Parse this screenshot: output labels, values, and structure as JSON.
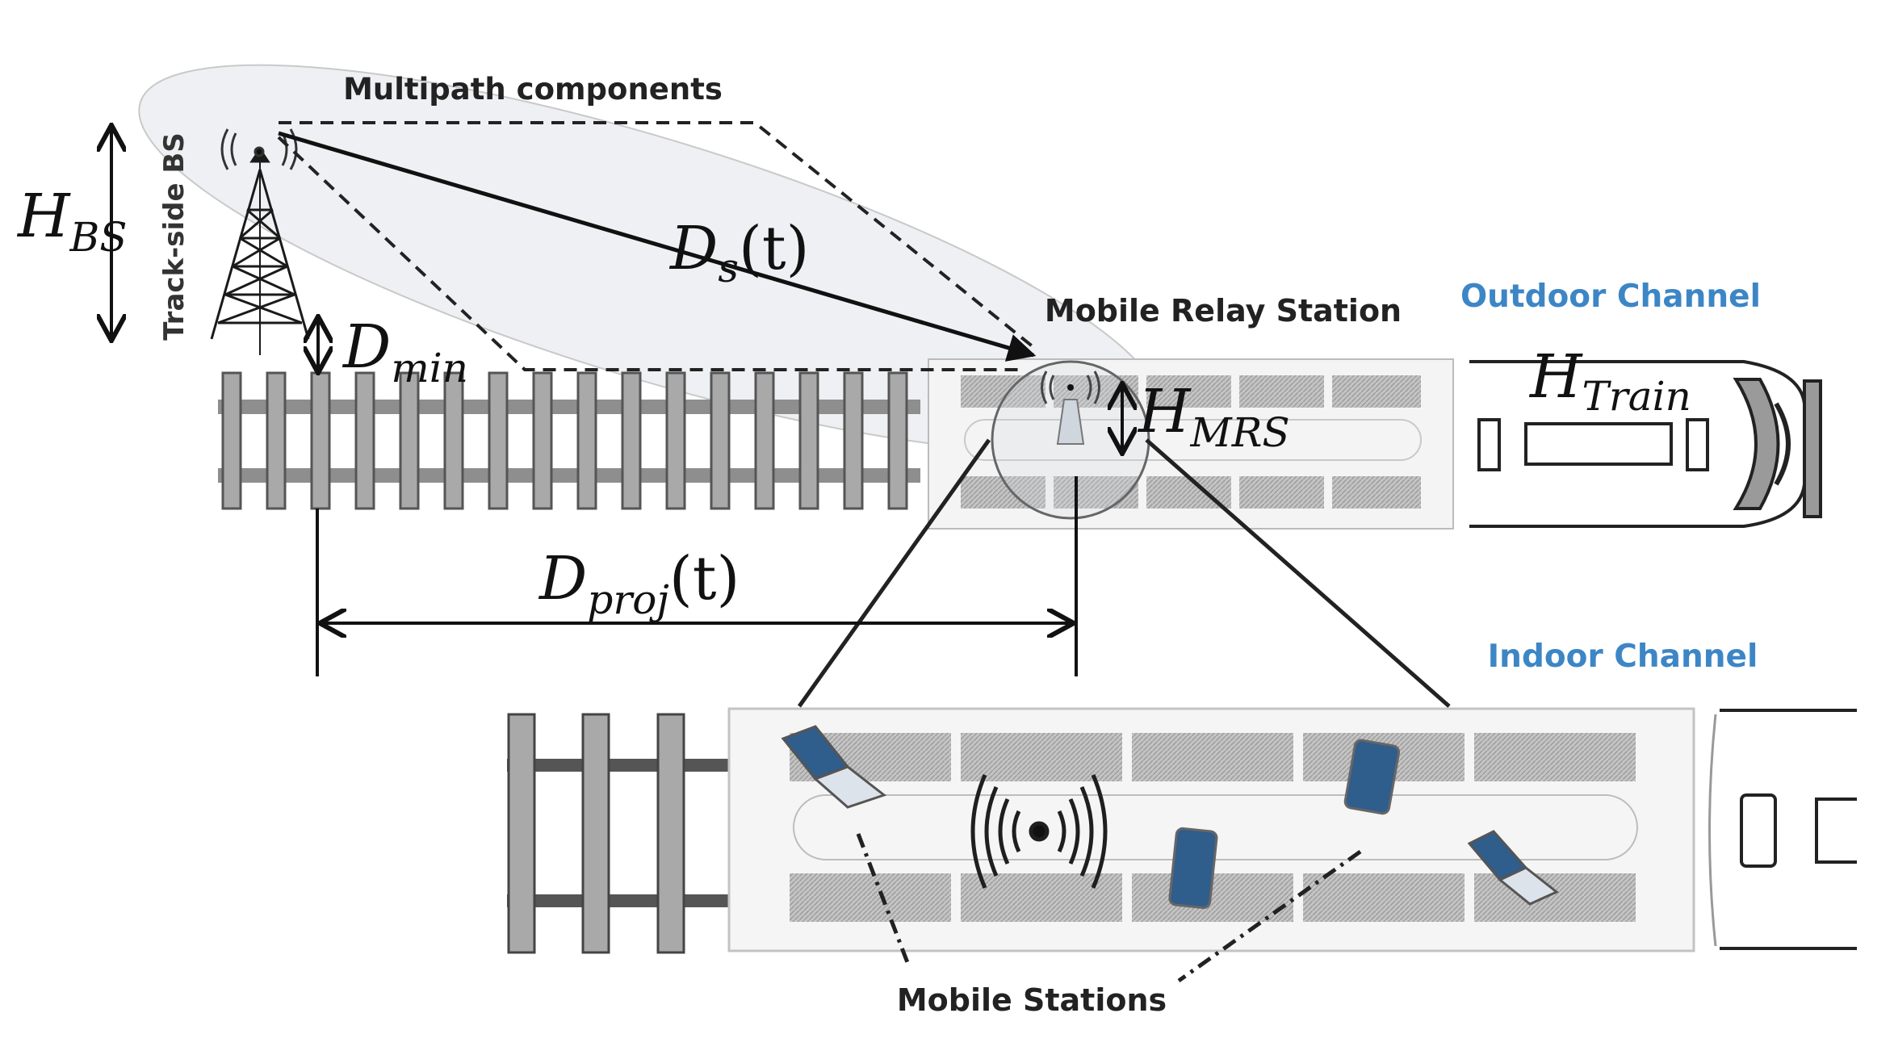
{
  "labels": {
    "multipath": "Multipath components",
    "track_side_bs": "Track-side BS",
    "mobile_relay_station": "Mobile Relay Station",
    "outdoor_channel": "Outdoor Channel",
    "indoor_channel": "Indoor Channel",
    "mobile_stations": "Mobile Stations"
  },
  "math": {
    "h_bs": {
      "main": "H",
      "sub": "BS"
    },
    "d_s": {
      "main": "D",
      "sub": "s",
      "tail": "(t)"
    },
    "d_min": {
      "main": "D",
      "sub": "min"
    },
    "h_mrs": {
      "main": "H",
      "sub": "MRS"
    },
    "h_train": {
      "main": "H",
      "sub": "Train"
    },
    "d_proj": {
      "main": "D",
      "sub": "proj",
      "tail": "(t)"
    }
  },
  "colors": {
    "accent_blue": "#3d86c6",
    "line": "#111111",
    "ellipse_fill": "#eef0f3",
    "gray_seat": "#b8b8b8",
    "rail_gray": "#9a9a9a",
    "device_blue": "#2f5d8c"
  },
  "icons": [
    "tower-icon",
    "antenna-icon",
    "signal-waves-icon",
    "laptop-icon",
    "tablet-icon",
    "phone-icon"
  ]
}
